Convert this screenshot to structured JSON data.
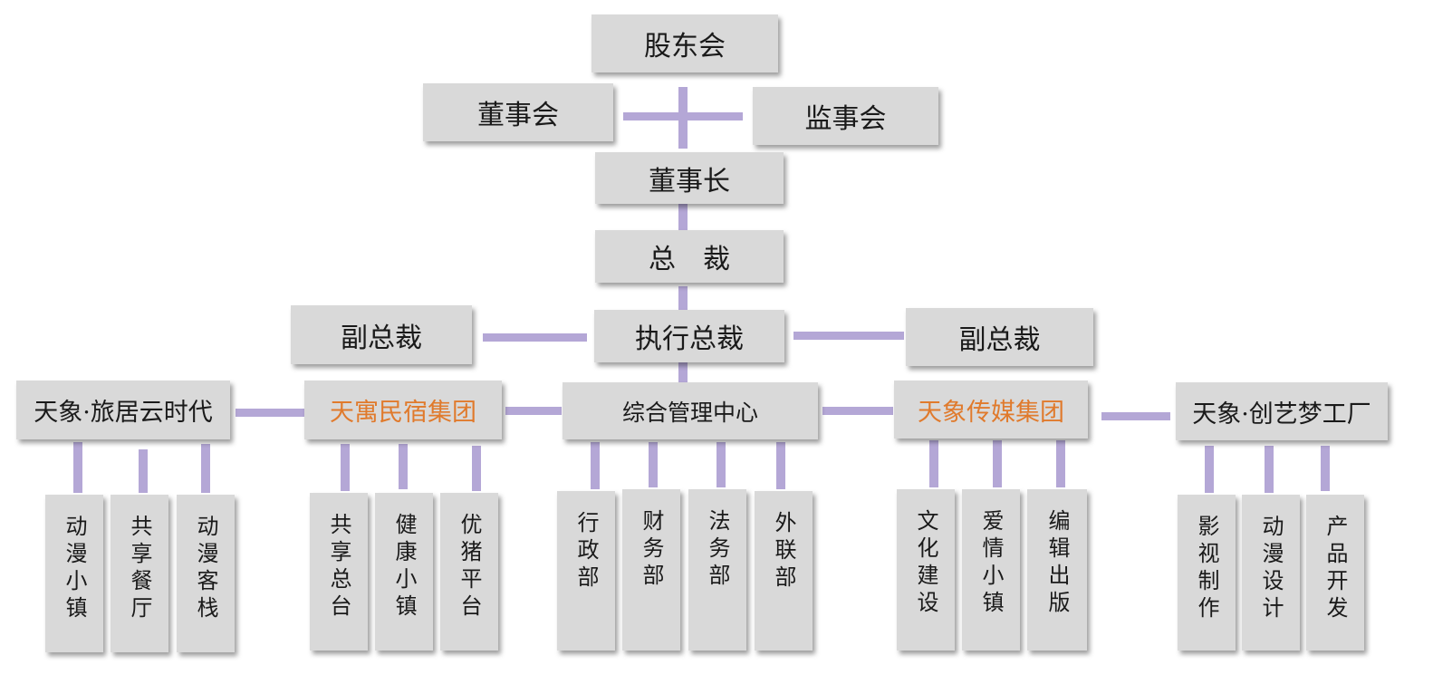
{
  "colors": {
    "box": "#d9d9d9",
    "connector": "#b4a7d6",
    "accent_text": "#e07a2c",
    "text": "#1a1a1a"
  },
  "nodes": {
    "shareholders": "股东会",
    "board": "董事会",
    "supervisors": "监事会",
    "chairman": "董事长",
    "president": "总　裁",
    "vp_left": "副总裁",
    "executive_president": "执行总裁",
    "vp_right": "副总裁"
  },
  "groups": [
    {
      "name": "天象·旅居云时代",
      "accent": false,
      "children": [
        "动漫小镇",
        "共享餐厅",
        "动漫客栈"
      ]
    },
    {
      "name": "天寓民宿集团",
      "accent": true,
      "children": [
        "共享总台",
        "健康小镇",
        "优猪平台"
      ]
    },
    {
      "name": "综合管理中心",
      "accent": false,
      "children": [
        "行政部",
        "财务部",
        "法务部",
        "外联部"
      ]
    },
    {
      "name": "天象传媒集团",
      "accent": true,
      "children": [
        "文化建设",
        "爱情小镇",
        "编辑出版"
      ]
    },
    {
      "name": "天象·创艺梦工厂",
      "accent": false,
      "children": [
        "影视制作",
        "动漫设计",
        "产品开发"
      ]
    }
  ]
}
